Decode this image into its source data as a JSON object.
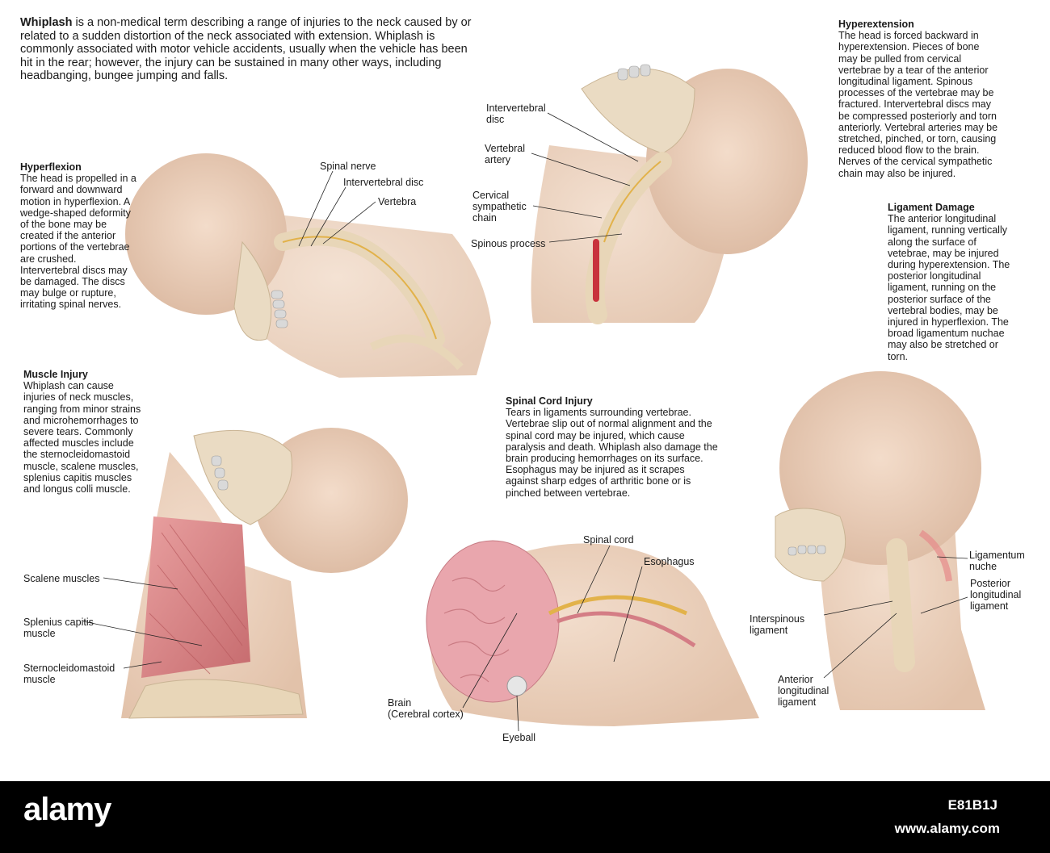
{
  "intro": {
    "lead": "Whiplash",
    "text": " is a non-medical term describing a range of injuries to the neck caused by or related to a sudden distortion of the neck associated with extension. Whiplash is commonly associated with motor vehicle accidents, usually when the vehicle has been hit in the rear; however, the injury can be sustained in many other ways, including headbanging, bungee jumping and falls."
  },
  "sections": {
    "hyperflexion": {
      "title": "Hyperflexion",
      "body": "The head is propelled in a forward and downward motion in hyperflexion. A wedge-shaped deformity of the bone may be created if the anterior portions of the vertebrae are crushed. Intervertebral discs may be damaged. The discs may bulge or rupture, irritating spinal nerves."
    },
    "hyperextension": {
      "title": "Hyperextension",
      "body": "The head is forced backward in hyperextension. Pieces of bone may be pulled from cervical vertebrae by a tear of the anterior longitudinal ligament. Spinous processes of the vertebrae may be fractured. Intervertebral discs may be compressed posteriorly and torn anteriorly. Vertebral arteries may be stretched, pinched, or torn, causing reduced blood flow to the brain. Nerves of the cervical sympathetic chain may also be injured."
    },
    "ligament": {
      "title": "Ligament Damage",
      "body": "The anterior longitudinal ligament, running vertically along the surface of vetebrae, may be injured during hyperextension. The posterior longitudinal ligament, running on the posterior surface of the vertebral bodies, may be injured in hyperflexion. The broad ligamentum nuchae may also be stretched or torn."
    },
    "muscle": {
      "title": "Muscle Injury",
      "body": "Whiplash can cause injuries of neck muscles, ranging from minor strains and microhemorrhages to severe tears. Commonly affected muscles include the sternocleidomastoid muscle, scalene muscles, splenius capitis muscles and longus colli muscle."
    },
    "spinal": {
      "title": "Spinal Cord Injury",
      "body": "Tears in ligaments surrounding vertebrae. Vertebrae slip out of normal alignment and the spinal cord may be injured, which cause paralysis and death. Whiplash also damage the brain producing hemorrhages on its surface. Esophagus may be injured as it scrapes against sharp edges of arthritic bone or is pinched between vertebrae."
    }
  },
  "labels": {
    "spinal_nerve": "Spinal nerve",
    "intervertebral_disc": "Intervertebral disc",
    "vertebra": "Vertebra",
    "intervertebral_disc_2": "Intervertebral\ndisc",
    "vertebral_artery": "Vertebral\nartery",
    "cervical_chain": "Cervical\nsympathetic\nchain",
    "spinous_process": "Spinous process",
    "scalene": "Scalene muscles",
    "splenius": "Splenius capitis\nmuscle",
    "sterno": "Sternocleidomastoid\nmuscle",
    "spinal_cord": "Spinal cord",
    "esophagus": "Esophagus",
    "brain": "Brain\n(Cerebral cortex)",
    "eyeball": "Eyeball",
    "ligamentum_nuche": "Ligamentum\nnuche",
    "posterior_long": "Posterior\nlongitudinal\nligament",
    "interspinous": "Interspinous\nligament",
    "anterior_long": "Anterior\nlongitudinal\nligament"
  },
  "footer": {
    "logo": "alamy",
    "image_id": "E81B1J",
    "url": "www.alamy.com"
  },
  "colors": {
    "skin": "#ecd4c0",
    "bone": "#f1e4cc",
    "muscle": "#d98a8a",
    "nerve": "#e2b24a",
    "artery": "#c8323c",
    "brain": "#e9a6ad"
  }
}
